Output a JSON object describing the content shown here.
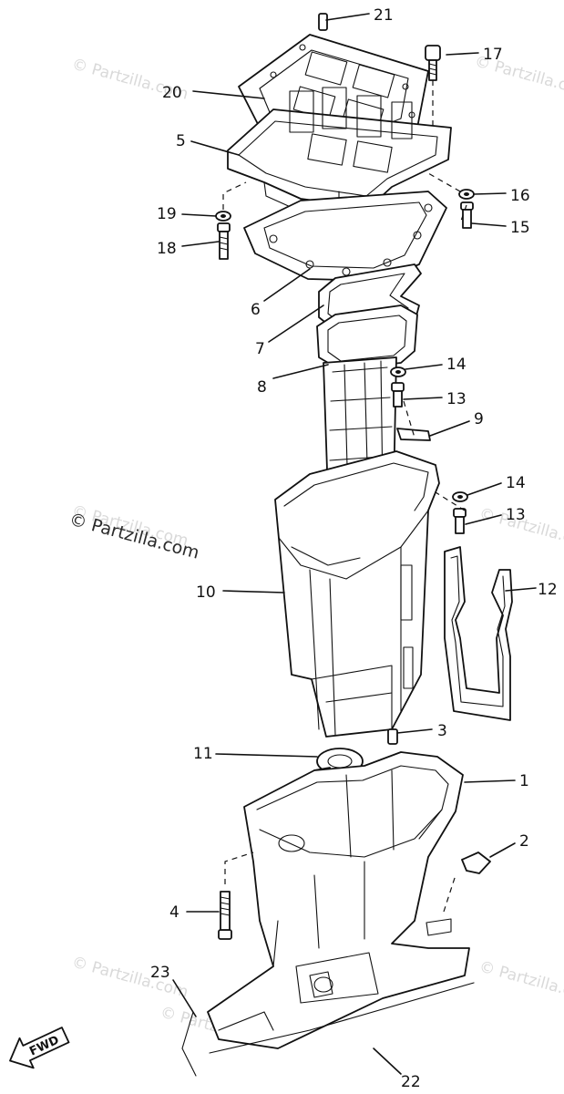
{
  "watermarks": [
    "© Partzilla.com",
    "© Partzilla.com",
    "© Partzilla.com",
    "© Partzilla.com",
    "© Partzilla.com",
    "© Partzilla.com",
    "© Partzilla.com"
  ],
  "main_watermark": "© Partzilla.com",
  "fwd_label": "FWD",
  "callouts": {
    "c21": "21",
    "c17": "17",
    "c20": "20",
    "c5": "5",
    "c16": "16",
    "c19": "19",
    "c15": "15",
    "c18": "18",
    "c6": "6",
    "c7": "7",
    "c8": "8",
    "c14a": "14",
    "c13a": "13",
    "c9": "9",
    "c14b": "14",
    "c13b": "13",
    "c10": "10",
    "c12": "12",
    "c3": "3",
    "c11": "11",
    "c1": "1",
    "c2": "2",
    "c4": "4",
    "c23": "23",
    "c22": "22"
  }
}
